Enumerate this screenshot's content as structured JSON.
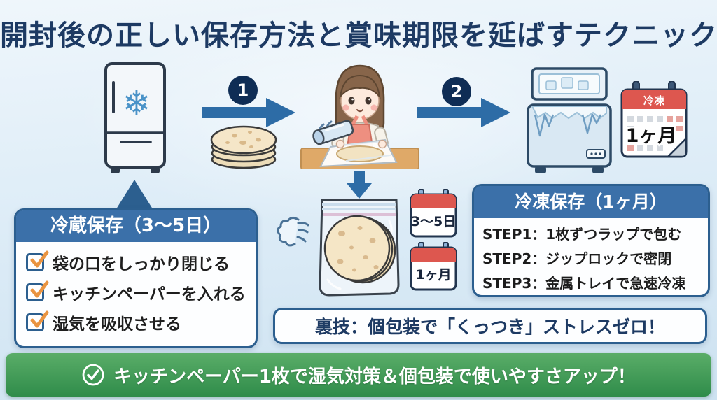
{
  "title": "開封後の正しい保存方法と賞味期限を延ばすテクニック",
  "flow": {
    "step1": "1",
    "step2": "2"
  },
  "icons": {
    "snowflake": "❄"
  },
  "refrigerator_box": {
    "header": "冷蔵保存（3〜5日）",
    "items": [
      "袋の口をしっかり閉じる",
      "キッチンペーパーを入れる",
      "湿気を吸収させる"
    ]
  },
  "freezer_box": {
    "header": "冷凍保存（1ヶ月）",
    "steps": [
      "STEP1：1枚ずつラップで包む",
      "STEP2：ジップロックで密閉",
      "STEP3：金属トレイで急速冷凍"
    ]
  },
  "calendars": {
    "freezer_large": {
      "header": "冷凍",
      "value": "1ヶ月"
    },
    "refrigerated_small": "3〜5日",
    "frozen_small": "1ヶ月"
  },
  "tip_box": {
    "text": "裏技：個包装で「くっつき」ストレスゼロ！"
  },
  "footer": {
    "text": "キッチンペーパー1枚で湿気対策＆個包装で使いやすさアップ！"
  },
  "colors": {
    "title": "#1d3a63",
    "accent_blue": "#2d6ca6",
    "badge_navy": "#0f2d55",
    "box_border": "#2c5f8f",
    "box_header_bg": "#3b70a9",
    "check_orange": "#ea9440",
    "calendar_red": "#dd574f",
    "footer_green_top": "#5aad68",
    "footer_green_bottom": "#2f8c4a"
  }
}
